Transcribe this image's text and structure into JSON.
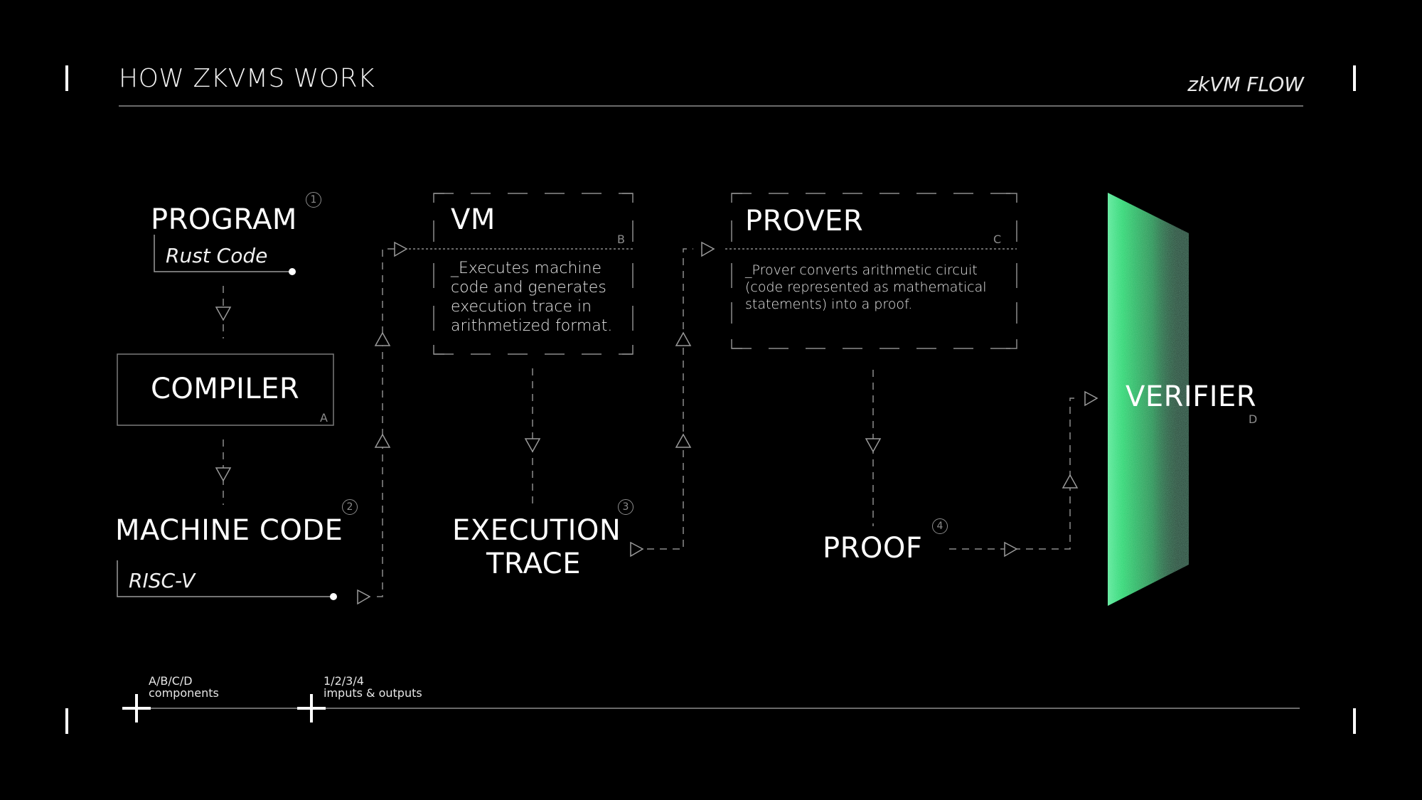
{
  "header": {
    "title": "HOW ZKVMS WORK",
    "tag": "zkVM FLOW"
  },
  "nodes": {
    "program": {
      "title": "PROGRAM",
      "subtitle": "Rust Code",
      "badge": "1"
    },
    "compiler": {
      "title": "COMPILER",
      "letter": "A"
    },
    "machine_code": {
      "title": "MACHINE CODE",
      "subtitle": "RISC-V",
      "badge": "2"
    },
    "vm": {
      "title": "VM",
      "letter": "B",
      "description": "_Executes machine code and generates execution trace in arithmetized format."
    },
    "execution_trace": {
      "title_line1": "EXECUTION",
      "title_line2": "TRACE",
      "badge": "3"
    },
    "prover": {
      "title": "PROVER",
      "letter": "C",
      "description": "_Prover converts arithmetic circuit (code represented as mathematical statements) into a proof."
    },
    "proof": {
      "title": "PROOF",
      "badge": "4"
    },
    "verifier": {
      "title": "VERIFIER",
      "letter": "D"
    }
  },
  "legend": [
    {
      "line1": "A/B/C/D",
      "line2": "components"
    },
    {
      "line1": "1/2/3/4",
      "line2": "imputs & outputs"
    }
  ],
  "colors": {
    "background": "#000000",
    "text": "#ffffff",
    "line": "#8c8c8c",
    "accent_green": "#1fd66f"
  }
}
